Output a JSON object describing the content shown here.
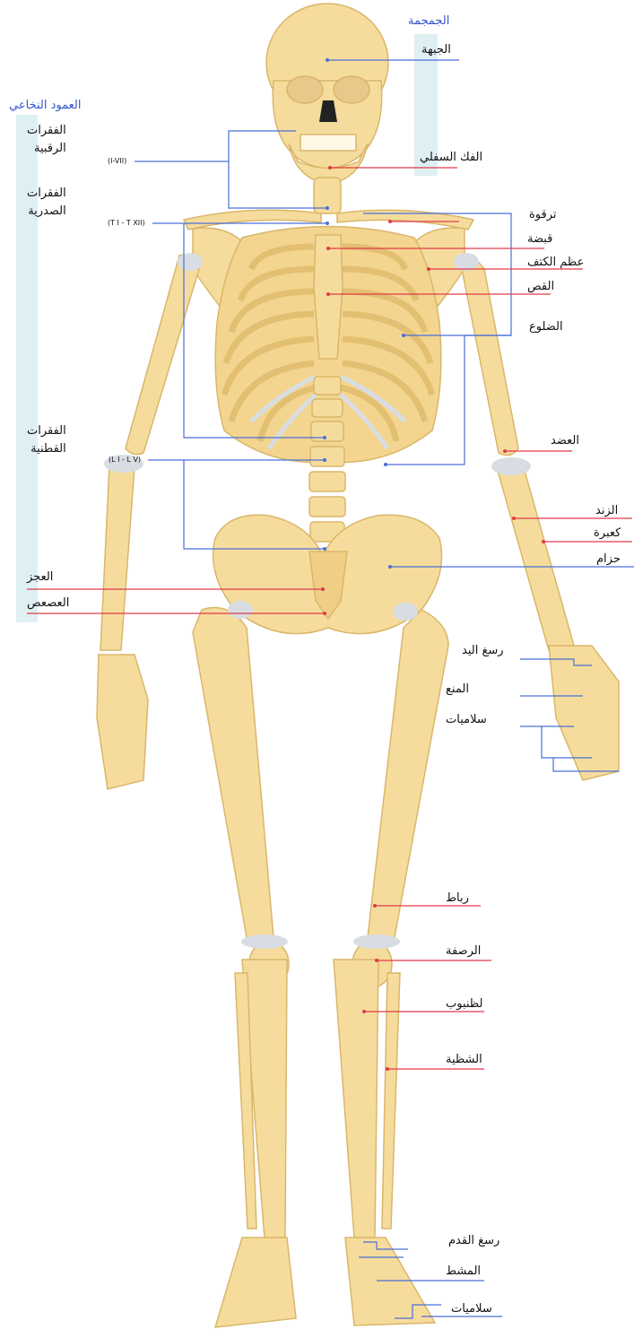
{
  "groups": {
    "skull": "الجمجمة",
    "spine": "العمود النخاعي"
  },
  "spine_labels": {
    "cervical": "الفقرات\nالرقبية",
    "cervical_range": "(I-VII)",
    "thoracic": "الفقرات\nالصدرية",
    "thoracic_range": "(T I - T XII)",
    "lumbar": "الفقرات\nالقطنية",
    "lumbar_range": "(L I - L V)",
    "sacrum": "العجز",
    "coccyx": "العصعص"
  },
  "right_labels": {
    "frontal": "الجبهة",
    "mandible": "الفك السفلي",
    "clavicle": "ترقوة",
    "manubrium": "قبضة",
    "scapula": "عظم الكتف",
    "sternum": "القص",
    "ribs": "الضلوع",
    "humerus": "العضد",
    "ulna": "الزند",
    "radius": "كعبرة",
    "pelvis": "حزام",
    "carpals": "رسغ اليد",
    "metacarpals": "المنع",
    "phalanges_hand": "سلاميات",
    "ligament": "رباط",
    "patella": "الرصفة",
    "tibia": "لظنبوب",
    "fibula": "الشظية",
    "tarsals": "رسغ القدم",
    "metatarsals": "المشط",
    "phalanges_foot": "سلاميات"
  },
  "colors": {
    "bone": "#f6dc9c",
    "bone_dark": "#e7c073",
    "bone_edge": "#c9a55a",
    "cartilage": "#d8dde3",
    "bracket": "#dff0f3",
    "line_blue": "#4a6fd6",
    "line_red": "#e03a4a",
    "heading_blue": "#3355cc"
  }
}
